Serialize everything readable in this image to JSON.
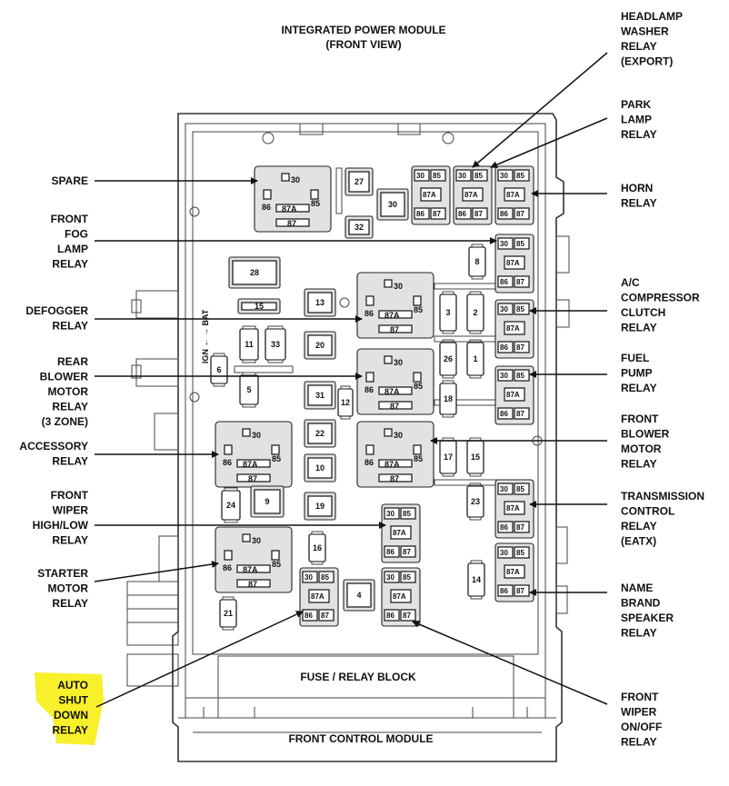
{
  "title": {
    "line1": "INTEGRATED POWER MODULE",
    "line2": "(FRONT VIEW)"
  },
  "colors": {
    "highlight": "#f7f02a",
    "ink": "#111111",
    "relay_fill": "#e2e2e2"
  },
  "bottom_labels": {
    "fuse_block": "FUSE / RELAY BLOCK",
    "control_module": "FRONT CONTROL MODULE"
  },
  "pins": {
    "p30": "30",
    "p85": "85",
    "p86": "86",
    "p87": "87",
    "p87a": "87A"
  },
  "side_label": "IGN ← → BAT",
  "left_labels": [
    {
      "id": "spare",
      "lines": [
        "SPARE"
      ]
    },
    {
      "id": "front-fog-lamp-relay",
      "lines": [
        "FRONT",
        "FOG",
        "LAMP",
        "RELAY"
      ]
    },
    {
      "id": "defogger-relay",
      "lines": [
        "DEFOGGER",
        "RELAY"
      ]
    },
    {
      "id": "rear-blower-motor-relay",
      "lines": [
        "REAR",
        "BLOWER",
        "MOTOR",
        "RELAY",
        "(3 ZONE)"
      ]
    },
    {
      "id": "accessory-relay",
      "lines": [
        "ACCESSORY",
        "RELAY"
      ]
    },
    {
      "id": "front-wiper-high-low-relay",
      "lines": [
        "FRONT",
        "WIPER",
        "HIGH/LOW",
        "RELAY"
      ]
    },
    {
      "id": "starter-motor-relay",
      "lines": [
        "STARTER",
        "MOTOR",
        "RELAY"
      ]
    },
    {
      "id": "auto-shut-down-relay",
      "lines": [
        "AUTO",
        "SHUT",
        "DOWN",
        "RELAY"
      ]
    }
  ],
  "right_labels": [
    {
      "id": "headlamp-washer-relay",
      "lines": [
        "HEADLAMP",
        "WASHER",
        "RELAY",
        "(EXPORT)"
      ]
    },
    {
      "id": "park-lamp-relay",
      "lines": [
        "PARK",
        "LAMP",
        "RELAY"
      ]
    },
    {
      "id": "horn-relay",
      "lines": [
        "HORN",
        "RELAY"
      ]
    },
    {
      "id": "ac-compressor-clutch-relay",
      "lines": [
        "A/C",
        "COMPRESSOR",
        "CLUTCH",
        "RELAY"
      ]
    },
    {
      "id": "fuel-pump-relay",
      "lines": [
        "FUEL",
        "PUMP",
        "RELAY"
      ]
    },
    {
      "id": "front-blower-motor-relay",
      "lines": [
        "FRONT",
        "BLOWER",
        "MOTOR",
        "RELAY"
      ]
    },
    {
      "id": "transmission-control-relay",
      "lines": [
        "TRANSMISSION",
        "CONTROL",
        "RELAY",
        "(EATX)"
      ]
    },
    {
      "id": "name-brand-speaker-relay",
      "lines": [
        "NAME",
        "BRAND",
        "SPEAKER",
        "RELAY"
      ]
    },
    {
      "id": "front-wiper-on-off-relay",
      "lines": [
        "FRONT",
        "WIPER",
        "ON/OFF",
        "RELAY"
      ]
    }
  ],
  "fuses": [
    "27",
    "30",
    "32",
    "28",
    "15",
    "13",
    "20",
    "31",
    "22",
    "10",
    "19",
    "9",
    "4",
    "11",
    "33",
    "6",
    "5",
    "12",
    "24",
    "16",
    "21",
    "8",
    "3",
    "2",
    "26",
    "1",
    "18",
    "17",
    "15",
    "23",
    "14"
  ]
}
